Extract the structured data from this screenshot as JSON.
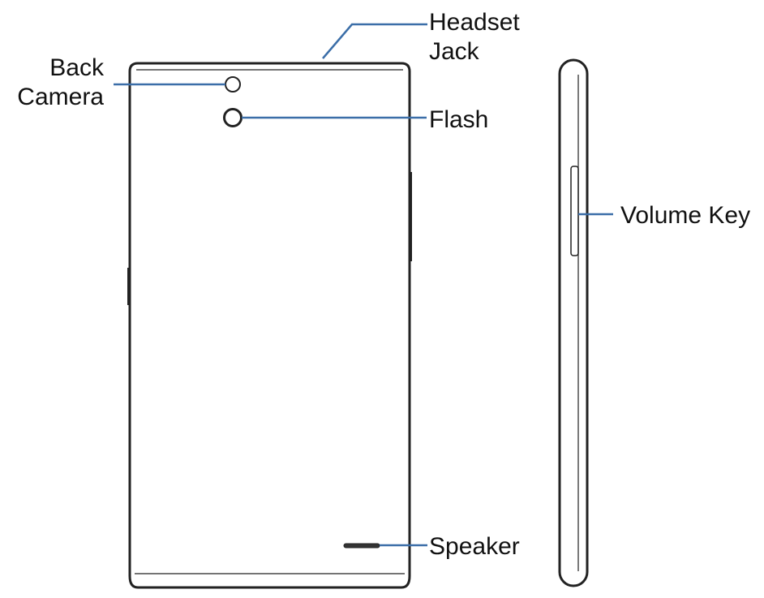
{
  "labels": {
    "headset_jack": [
      "Headset",
      "Jack"
    ],
    "back_camera": [
      "Back",
      "Camera"
    ],
    "flash": "Flash",
    "volume_key": "Volume Key",
    "speaker": "Speaker"
  },
  "colors": {
    "outline": "#222222",
    "callout": "#3b6ea8",
    "text": "#111111",
    "background": "#ffffff"
  }
}
